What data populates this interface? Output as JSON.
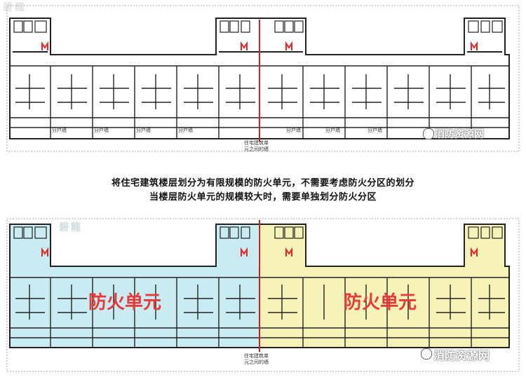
{
  "captions": {
    "line1": "将住宅建筑楼层划分为有限规模的防火单元，不需要考虑防火分区的划分",
    "line2": "当楼层防火单元的规模较大时，需要单独划分防火分区"
  },
  "top_plan": {
    "wall_labels": [
      "分户墙",
      "分户墙",
      "分户墙",
      "分户墙",
      "分户墙",
      "分户墙",
      "分户墙"
    ],
    "boundary_label_1": "住宅建筑单",
    "boundary_label_2": "元之间的墙"
  },
  "bottom_plan": {
    "unit_left_label": "防火单元",
    "unit_right_label": "防火单元",
    "boundary_label_1": "住宅建筑单",
    "boundary_label_2": "元之间的墙",
    "zone_colors": {
      "left": "#c8ecf2",
      "right": "#f7f2b8"
    }
  },
  "watermark": {
    "text": "消防资源网",
    "logo": "碧龍"
  },
  "colors": {
    "wall": "#222222",
    "boundary": "#d62020",
    "label_red": "#e83a3a"
  }
}
